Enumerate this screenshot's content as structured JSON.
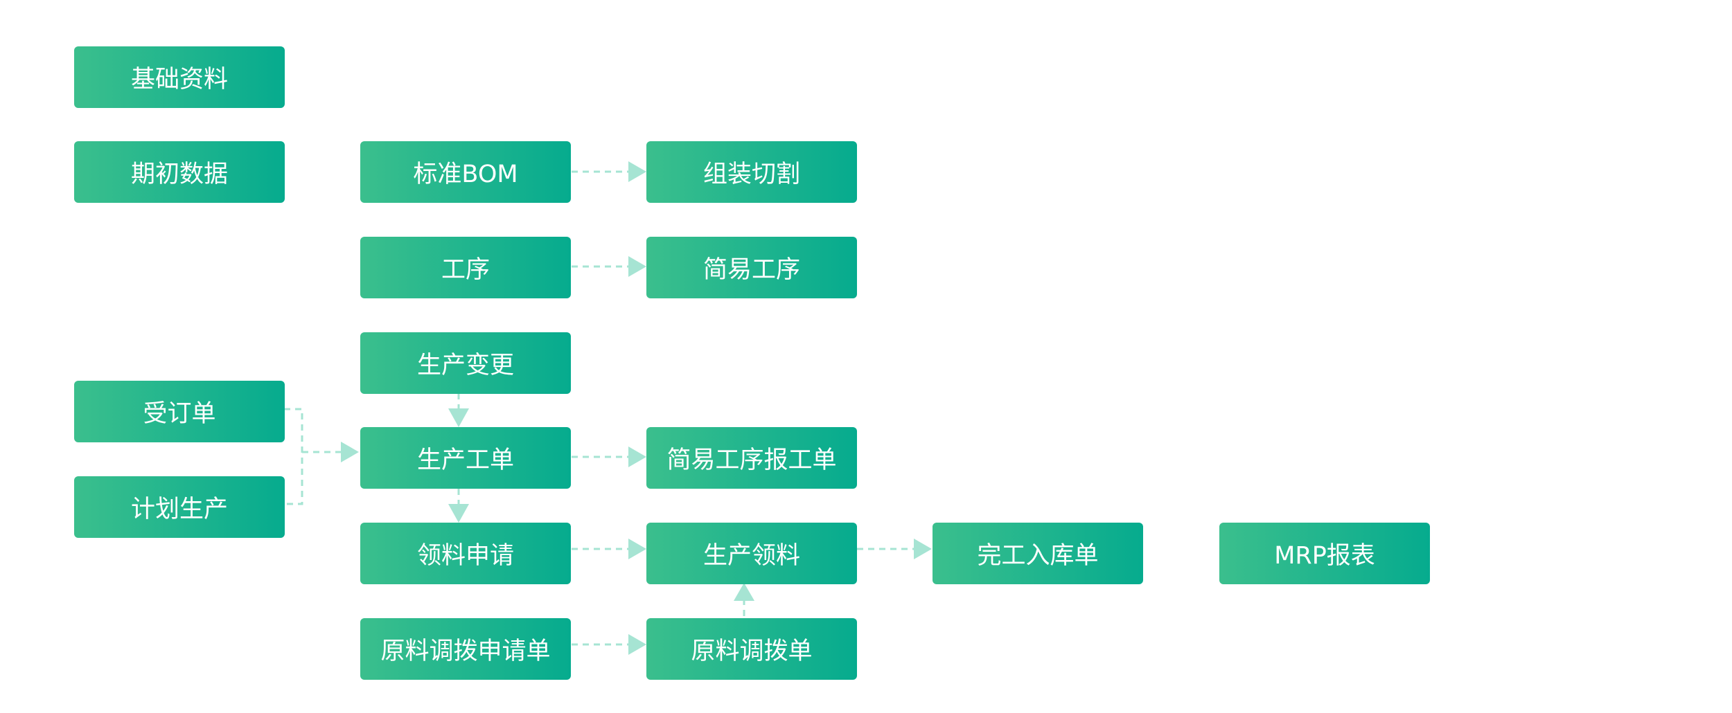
{
  "colors": {
    "node_start": "#3bbf8d",
    "node_end": "#06ab8e",
    "connector": "#a6e4d3",
    "text": "#ffffff"
  },
  "nodes": {
    "basic_data": "基础资料",
    "initial_data": "期初数据",
    "standard_bom": "标准BOM",
    "assembly_cutting": "组装切割",
    "process": "工序",
    "simple_process": "简易工序",
    "production_change": "生产变更",
    "sales_order": "受订单",
    "production_plan": "计划生产",
    "work_order": "生产工单",
    "simple_process_report": "简易工序报工单",
    "material_requisition": "领料申请",
    "production_picking": "生产领料",
    "completion_receipt": "完工入库单",
    "mrp_report": "MRP报表",
    "raw_transfer_request": "原料调拨申请单",
    "raw_transfer": "原料调拨单"
  }
}
